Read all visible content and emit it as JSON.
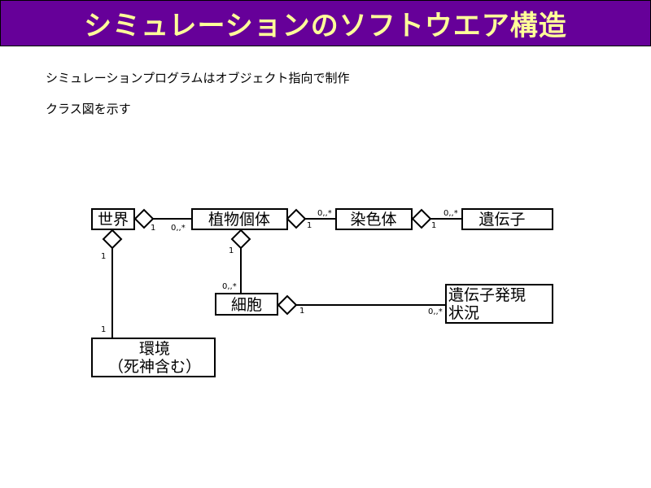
{
  "title": "シミュレーションのソフトウエア構造",
  "lines": [
    "シミュレーションプログラムはオブジェクト指向で制作",
    "クラス図を示す"
  ],
  "colors": {
    "title_bg": "#660099",
    "title_text": "#ffff99"
  },
  "diagram": {
    "classes": {
      "world": "世界",
      "plant": "植物個体",
      "chromosome": "染色体",
      "gene": "遺伝子",
      "cell": "細胞",
      "expression_line1": "遺伝子発現",
      "expression_line2": "状況",
      "environment_line1": "環境",
      "environment_line2": "（死神含む）"
    },
    "multiplicities": {
      "world_plant_one": "1",
      "world_plant_many": "0,,*",
      "plant_chromosome_one": "1",
      "plant_chromosome_many": "0,,*",
      "chromosome_gene_one": "1",
      "chromosome_gene_many": "0,,*",
      "plant_cell_one": "1",
      "plant_cell_many": "0,,*",
      "cell_expression_one": "1",
      "cell_expression_many": "0,,*",
      "world_environment_one_top": "1",
      "world_environment_one_bottom": "1"
    }
  }
}
